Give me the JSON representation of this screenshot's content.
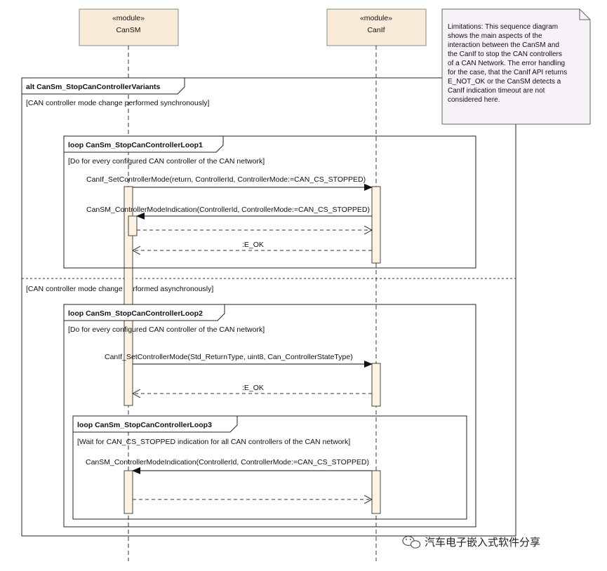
{
  "lifelines": [
    {
      "stereotype": "«module»",
      "name": "CanSM"
    },
    {
      "stereotype": "«module»",
      "name": "CanIf"
    }
  ],
  "note": {
    "lines": [
      "Limitations: This sequence diagram",
      "shows the main aspects of the",
      "interaction between the CanSM and",
      "the CanIf to stop the CAN controllers",
      "of a CAN Network. The error handling",
      "for the case, that the CanIf API returns",
      "E_NOT_OK or the CanSM detects a",
      "CanIf indication timeout are not",
      "considered here."
    ]
  },
  "alt": {
    "label": "alt CanSm_StopCanControllerVariants",
    "guard1": "[CAN controller mode change performed synchronously]",
    "guard2": "[CAN controller mode change performed asynchronously]"
  },
  "loop1": {
    "label": "loop CanSm_StopCanControllerLoop1",
    "guard": "[Do for every configured CAN controller of the CAN network]",
    "msg_call": "CanIf_SetControllerMode(return, ControllerId, ControllerMode:=CAN_CS_STOPPED)",
    "msg_indication": "CanSM_ControllerModeIndication(ControllerId, ControllerMode:=CAN_CS_STOPPED)",
    "msg_return": ":E_OK"
  },
  "loop2": {
    "label": "loop CanSm_StopCanControllerLoop2",
    "guard": "[Do for every configured CAN controller of the CAN network]",
    "msg_call": "CanIf_SetControllerMode(Std_ReturnType, uint8, Can_ControllerStateType)",
    "msg_return": ":E_OK"
  },
  "loop3": {
    "label": "loop CanSm_StopCanControllerLoop3",
    "guard": "[Wait for CAN_CS_STOPPED indication for all CAN controllers of the CAN network]",
    "msg_indication": "CanSM_ControllerModeIndication(ControllerId, ControllerMode:=CAN_CS_STOPPED)"
  },
  "watermark": {
    "icon": "wechat-icon",
    "text": "汽车电子嵌入式软件分享"
  },
  "colors": {
    "lifeline_fill": "#f8ecd9",
    "activation_fill": "#fdf3e3",
    "line": "#222222"
  }
}
